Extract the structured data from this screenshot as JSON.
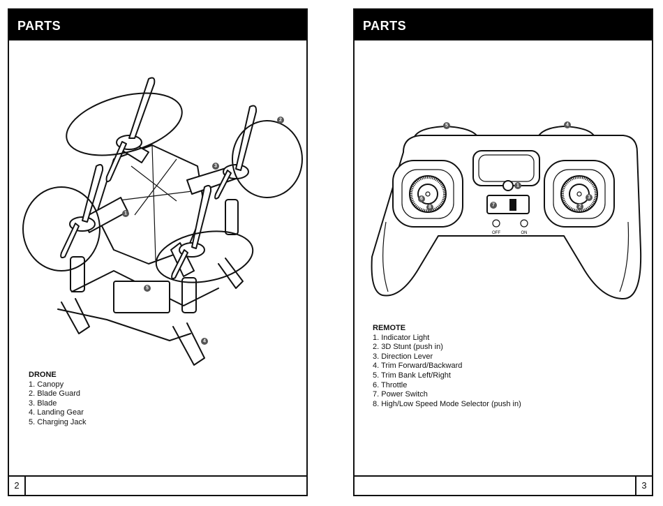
{
  "left_page": {
    "header": "PARTS",
    "page_number": "2",
    "drone": {
      "title": "DRONE",
      "items": [
        "1. Canopy",
        "2. Blade Guard",
        "3. Blade",
        "4. Landing Gear",
        "5. Charging Jack"
      ]
    },
    "callouts": [
      "1",
      "2",
      "3",
      "4",
      "5"
    ]
  },
  "right_page": {
    "header": "PARTS",
    "page_number": "3",
    "remote": {
      "title": "REMOTE",
      "items": [
        "1. Indicator Light",
        "2. 3D Stunt (push in)",
        "3. Direction Lever",
        "4. Trim Forward/Backward",
        "5. Trim Bank Left/Right",
        "6. Throttle",
        "7. Power Switch",
        "8. High/Low Speed Mode Selector (push in)"
      ]
    },
    "switch_labels": [
      "OFF",
      "ON"
    ],
    "callouts": [
      "1",
      "2",
      "3",
      "4",
      "5",
      "6",
      "7",
      "8"
    ]
  }
}
